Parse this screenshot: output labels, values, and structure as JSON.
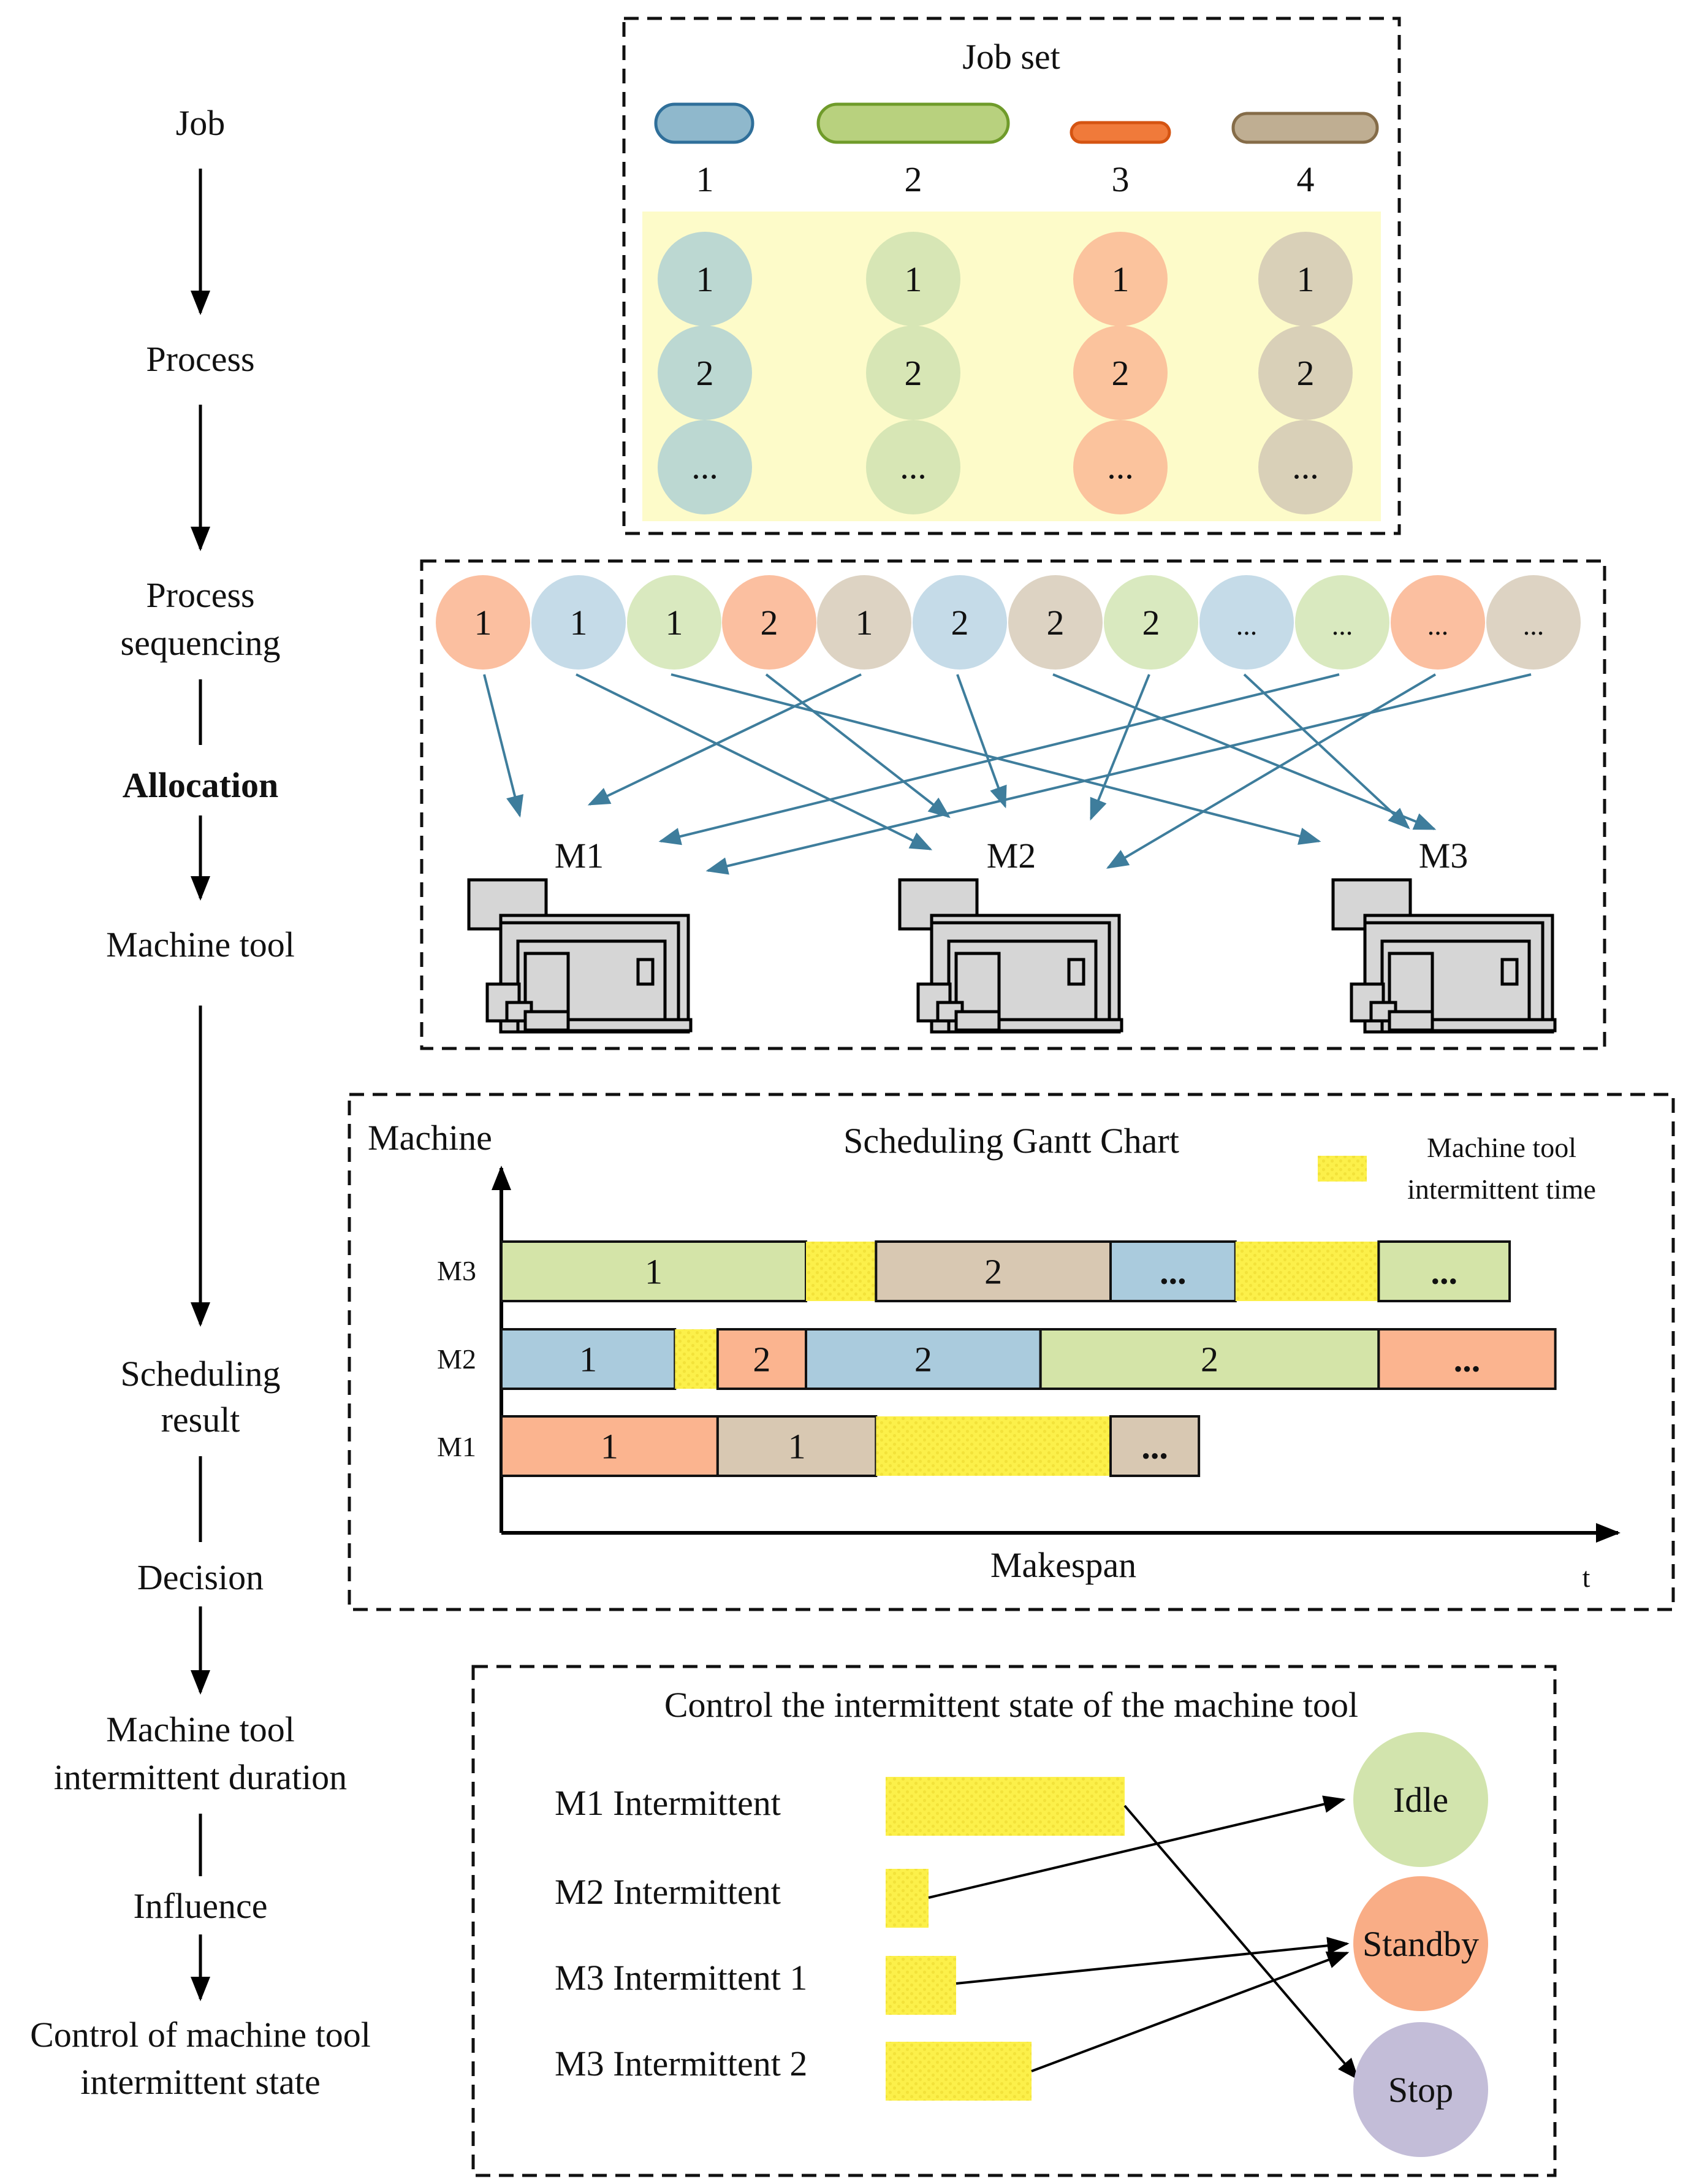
{
  "colors": {
    "job1": "#bcd8d2",
    "job2": "#d7e6b5",
    "job3": "#fbc39d",
    "job4": "#d9d0b8",
    "job1_bar": "#8fb8cc",
    "job2_bar": "#b8d17e",
    "job3_bar": "#f07a3a",
    "job4_bar": "#bfae92",
    "seq_blue": "#c5dbe8",
    "seq_green": "#d9e9bf",
    "seq_orange": "#fbbfa0",
    "seq_tan": "#ddd3c3",
    "gantt_green": "#d4e4a8",
    "gantt_tan": "#d8c8b2",
    "gantt_blue": "#aacbdd",
    "gantt_orange": "#fbb48f",
    "intermittent": "#fcf04a",
    "process_bg": "#fdfbc9",
    "idle": "#d2e4ad",
    "standby": "#f9ad86",
    "stop": "#c3bdd8",
    "arrow_blue": "#3e7d9c"
  },
  "flow": {
    "job": "Job",
    "process": "Process",
    "process_sequencing": [
      "Process",
      "sequencing"
    ],
    "allocation": "Allocation",
    "machine_tool": "Machine tool",
    "scheduling_result": [
      "Scheduling",
      "result"
    ],
    "decision": "Decision",
    "intermittent_duration": [
      "Machine tool",
      "intermittent duration"
    ],
    "influence": "Influence",
    "control_state": [
      "Control of machine tool",
      "intermittent state"
    ]
  },
  "jobset": {
    "title": "Job set",
    "jobs": [
      "1",
      "2",
      "3",
      "4"
    ],
    "process_rows": [
      "1",
      "2",
      "..."
    ]
  },
  "sequence": {
    "items": [
      {
        "label": "1",
        "job": 3
      },
      {
        "label": "1",
        "job": 1
      },
      {
        "label": "1",
        "job": 2
      },
      {
        "label": "2",
        "job": 3
      },
      {
        "label": "1",
        "job": 4
      },
      {
        "label": "2",
        "job": 1
      },
      {
        "label": "2",
        "job": 4
      },
      {
        "label": "2",
        "job": 2
      },
      {
        "label": "...",
        "job": 1
      },
      {
        "label": "...",
        "job": 2
      },
      {
        "label": "...",
        "job": 3
      },
      {
        "label": "...",
        "job": 4
      }
    ],
    "machines": [
      "M1",
      "M2",
      "M3"
    ]
  },
  "chart_data": {
    "type": "gantt",
    "title": "Scheduling Gantt Chart",
    "ylabel": "Machine",
    "xlabel": "Makespan",
    "x_axis_symbol": "t",
    "legend": {
      "label": [
        "Machine tool",
        "intermittent time"
      ],
      "color": "#fcf04a",
      "placement": "top-right"
    },
    "rows": [
      {
        "machine": "M3",
        "tasks": [
          {
            "label": "1",
            "start": 0,
            "end": 100,
            "color": "#d4e4a8"
          },
          {
            "label": "",
            "start": 100,
            "end": 123,
            "color": "#fcf04a",
            "intermittent": true
          },
          {
            "label": "2",
            "start": 123,
            "end": 200,
            "color": "#d8c8b2"
          },
          {
            "label": "...",
            "start": 200,
            "end": 241,
            "color": "#aacbdd"
          },
          {
            "label": "",
            "start": 241,
            "end": 288,
            "color": "#fcf04a",
            "intermittent": true
          },
          {
            "label": "...",
            "start": 288,
            "end": 331,
            "color": "#d4e4a8"
          }
        ]
      },
      {
        "machine": "M2",
        "tasks": [
          {
            "label": "1",
            "start": 0,
            "end": 57,
            "color": "#aacbdd"
          },
          {
            "label": "",
            "start": 57,
            "end": 71,
            "color": "#fcf04a",
            "intermittent": true
          },
          {
            "label": "2",
            "start": 71,
            "end": 100,
            "color": "#fbb48f"
          },
          {
            "label": "2",
            "start": 100,
            "end": 177,
            "color": "#aacbdd"
          },
          {
            "label": "2",
            "start": 177,
            "end": 288,
            "color": "#d4e4a8"
          },
          {
            "label": "...",
            "start": 288,
            "end": 346,
            "color": "#fbb48f"
          }
        ]
      },
      {
        "machine": "M1",
        "tasks": [
          {
            "label": "1",
            "start": 0,
            "end": 71,
            "color": "#fbb48f"
          },
          {
            "label": "1",
            "start": 71,
            "end": 123,
            "color": "#d8c8b2"
          },
          {
            "label": "",
            "start": 123,
            "end": 200,
            "color": "#fcf04a",
            "intermittent": true
          },
          {
            "label": "...",
            "start": 200,
            "end": 229,
            "color": "#d8c8b2"
          }
        ]
      }
    ]
  },
  "control": {
    "title": "Control the intermittent state of the machine tool",
    "intermittents": [
      {
        "label": "M1 Intermittent",
        "duration": 77,
        "target": "Stop"
      },
      {
        "label": "M2 Intermittent",
        "duration": 14,
        "target": "Idle"
      },
      {
        "label": "M3 Intermittent 1",
        "duration": 23,
        "target": "Standby"
      },
      {
        "label": "M3 Intermittent 2",
        "duration": 47,
        "target": "Standby"
      }
    ],
    "states": [
      "Idle",
      "Standby",
      "Stop"
    ]
  }
}
